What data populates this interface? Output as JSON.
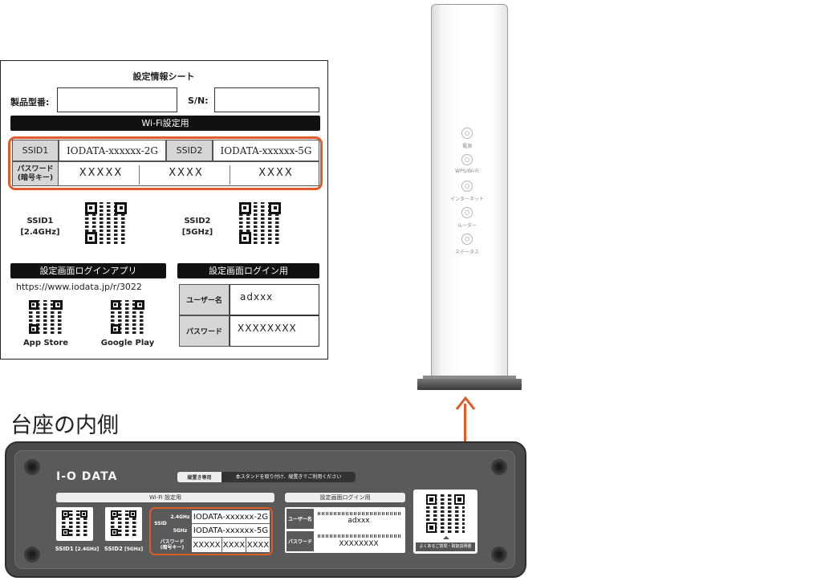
{
  "sheet": {
    "title": "設定情報シート",
    "model_label": "製品型番:",
    "serial_label": "S/N:",
    "wifi_header": "Wi-Fi設定用",
    "ssid1_label": "SSID1",
    "ssid1_value": "IODATA-xxxxxx-2G",
    "ssid2_label": "SSID2",
    "ssid2_value": "IODATA-xxxxxx-5G",
    "password_label_line1": "パスワード",
    "password_label_line2": "(暗号キー)",
    "password_parts": [
      "XXXXX",
      "XXXX",
      "XXXX"
    ],
    "qr_ssid1_line1": "SSID1",
    "qr_ssid1_line2": "[2.4GHz]",
    "qr_ssid2_line1": "SSID2",
    "qr_ssid2_line2": "[5GHz]",
    "app_header": "設定画面ログインアプリ",
    "app_url": "https://www.iodata.jp/r/3022",
    "app_store_label": "App Store",
    "google_play_label": "Google Play",
    "login_header": "設定画面ログイン用",
    "username_label": "ユーザー名",
    "username_value": "adxxx",
    "login_password_label": "パスワード",
    "login_password_value": "XXXXXXXX"
  },
  "router": {
    "leds": [
      "電源",
      "WPS/Wi-Fi",
      "インターネット",
      "ルーター",
      "ステータス"
    ]
  },
  "base": {
    "caption": "台座の内側",
    "brand": "I-O DATA",
    "notice_tag": "縦置き専用",
    "notice_text": "本スタンドを取り付け、縦置きでご利用ください",
    "wifi_header": "Wi-Fi 設定用",
    "qr1_label_main": "SSID1",
    "qr1_label_band": "[2.4GHz]",
    "qr2_label_main": "SSID2",
    "qr2_label_band": "[5GHz]",
    "ssid_label": "SSID",
    "band_2g": "2.4GHz",
    "band_5g": "5GHz",
    "ssid1_value": "IODATA-xxxxxx-2G",
    "ssid2_value": "IODATA-xxxxxx-5G",
    "password_label_line1": "パスワード",
    "password_label_line2": "(暗号キー)",
    "password_parts": [
      "XXXXX",
      "XXXX",
      "XXXX"
    ],
    "login_header": "設定画面ログイン用",
    "username_label": "ユーザー名",
    "username_value": "adxxx",
    "password_label": "パスワード",
    "password_value": "XXXXXXXX",
    "faq_label": "よくあるご質問・取扱説明書"
  },
  "colors": {
    "accent": "#e05a2a",
    "base_dark": "#4a4a4a",
    "sheet_bar": "#111111",
    "label_gray": "#d6d6d6"
  }
}
